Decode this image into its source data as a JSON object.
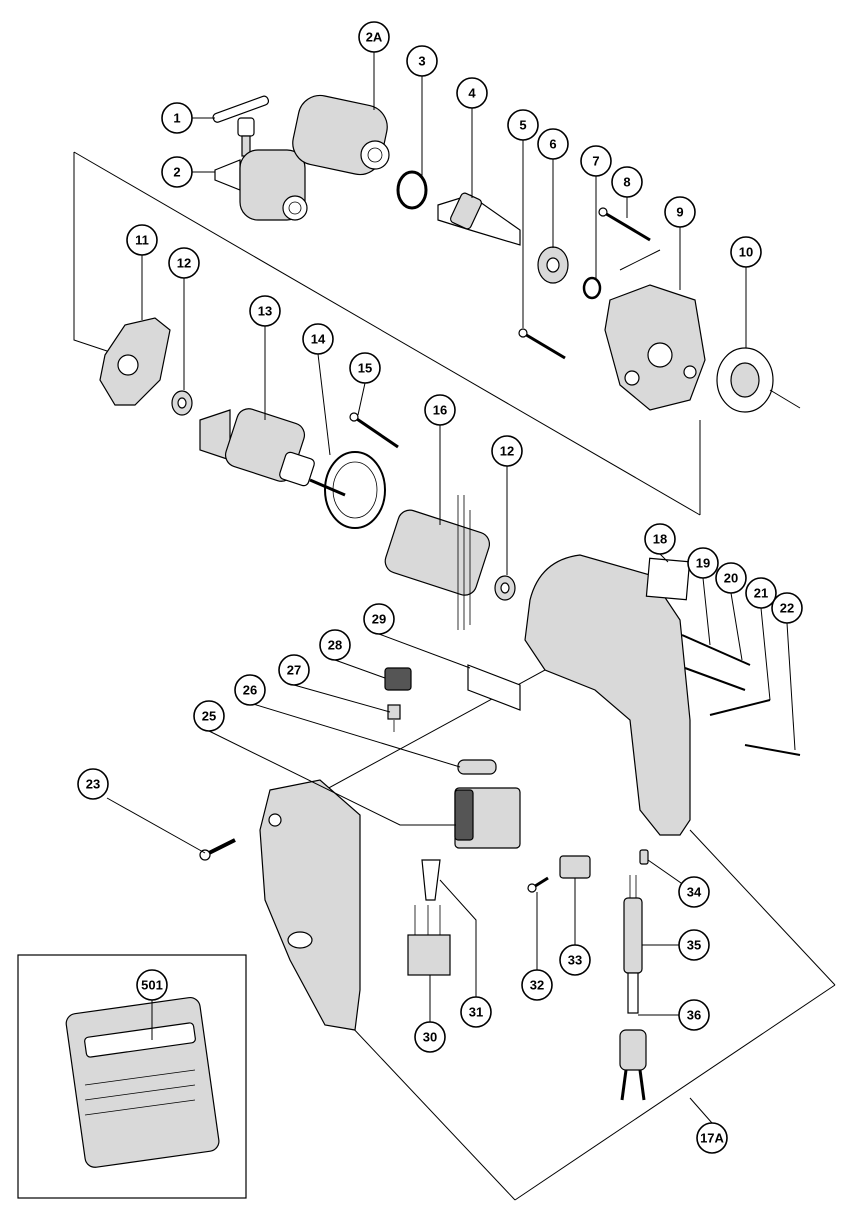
{
  "diagram": {
    "callouts": [
      {
        "id": "c-1",
        "label": "1"
      },
      {
        "id": "c-2",
        "label": "2"
      },
      {
        "id": "c-2a",
        "label": "2A"
      },
      {
        "id": "c-3",
        "label": "3"
      },
      {
        "id": "c-4",
        "label": "4"
      },
      {
        "id": "c-5",
        "label": "5"
      },
      {
        "id": "c-6",
        "label": "6"
      },
      {
        "id": "c-7",
        "label": "7"
      },
      {
        "id": "c-8",
        "label": "8"
      },
      {
        "id": "c-9",
        "label": "9"
      },
      {
        "id": "c-10",
        "label": "10"
      },
      {
        "id": "c-11",
        "label": "11"
      },
      {
        "id": "c-12a",
        "label": "12"
      },
      {
        "id": "c-13",
        "label": "13"
      },
      {
        "id": "c-14",
        "label": "14"
      },
      {
        "id": "c-15",
        "label": "15"
      },
      {
        "id": "c-16",
        "label": "16"
      },
      {
        "id": "c-12b",
        "label": "12"
      },
      {
        "id": "c-18",
        "label": "18"
      },
      {
        "id": "c-19",
        "label": "19"
      },
      {
        "id": "c-20",
        "label": "20"
      },
      {
        "id": "c-21",
        "label": "21"
      },
      {
        "id": "c-22",
        "label": "22"
      },
      {
        "id": "c-29",
        "label": "29"
      },
      {
        "id": "c-28",
        "label": "28"
      },
      {
        "id": "c-27",
        "label": "27"
      },
      {
        "id": "c-26",
        "label": "26"
      },
      {
        "id": "c-25",
        "label": "25"
      },
      {
        "id": "c-23",
        "label": "23"
      },
      {
        "id": "c-34",
        "label": "34"
      },
      {
        "id": "c-35",
        "label": "35"
      },
      {
        "id": "c-33",
        "label": "33"
      },
      {
        "id": "c-32",
        "label": "32"
      },
      {
        "id": "c-36",
        "label": "36"
      },
      {
        "id": "c-31",
        "label": "31"
      },
      {
        "id": "c-30",
        "label": "30"
      },
      {
        "id": "c-501",
        "label": "501"
      },
      {
        "id": "c-17a",
        "label": "17A"
      }
    ]
  }
}
